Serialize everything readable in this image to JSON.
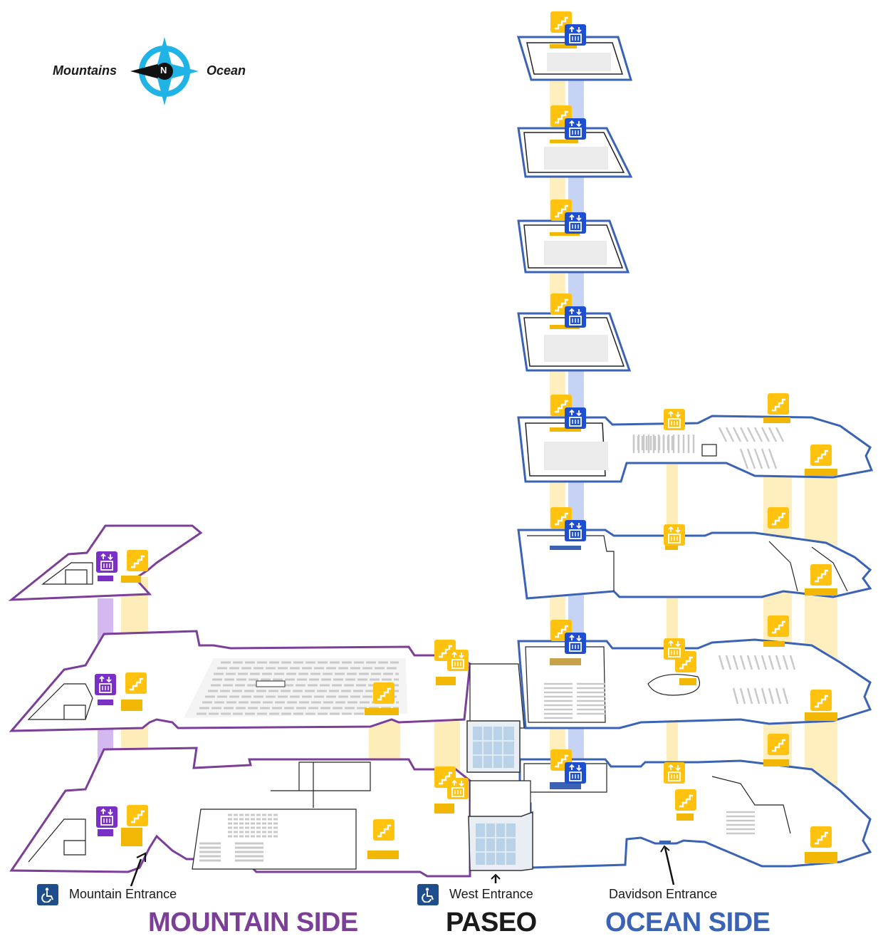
{
  "compass": {
    "left_label": "Mountains",
    "right_label": "Ocean",
    "north_letter": "N",
    "color": "#1fb3e6"
  },
  "entrances": {
    "mountain": "Mountain Entrance",
    "west": "West Entrance",
    "davidson": "Davidson Entrance"
  },
  "sides": {
    "mountain": "MOUNTAIN SIDE",
    "paseo": "PASEO",
    "ocean": "OCEAN SIDE"
  },
  "colors": {
    "mountain": "#7b3f98",
    "ocean": "#3b63b5",
    "paseo": "#1a1a1a",
    "stairs": "#ffc20e",
    "elevator_mountain": "#7a2fc6",
    "elevator_ocean": "#1f4fd1",
    "accessible": "#1f4e8c"
  },
  "icons": {
    "stairs": "stairs-icon",
    "elevator": "elevator-icon",
    "accessible": "wheelchair-icon"
  }
}
